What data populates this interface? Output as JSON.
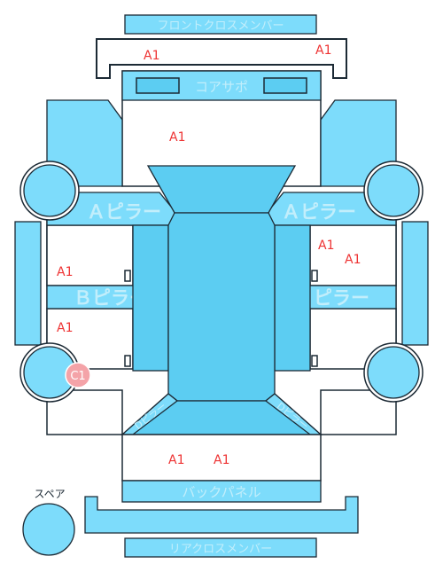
{
  "labels": {
    "front_cross_member": "フロントクロスメンバー",
    "core_support": "コアサポ",
    "a_pillar_left": "Ａピラー",
    "a_pillar_right": "Ａピラー",
    "b_pillar_left": "Ｂピラー",
    "b_pillar_right": "Ｂピラー",
    "back_panel": "バックパネル",
    "rear_cross_member": "リアクロスメンバー",
    "spare": "スペア",
    "d_pillar_left": "Dピラー",
    "d_pillar_right": "Dピラー"
  },
  "marks": {
    "front_cross_left": "A1",
    "front_cross_right": "A1",
    "hood_area": "A1",
    "left_front_door": "A1",
    "left_rear_door": "A1",
    "right_front_door_1": "A1",
    "right_front_door_2": "A1",
    "left_rear_wheel": "C1",
    "trunk_1": "A1",
    "trunk_2": "A1"
  },
  "colors": {
    "panel": "#7ddcfb",
    "panel_dark": "#5ccdf2",
    "mark": "#ee3333",
    "mark_circle": "#f4a3a8"
  }
}
